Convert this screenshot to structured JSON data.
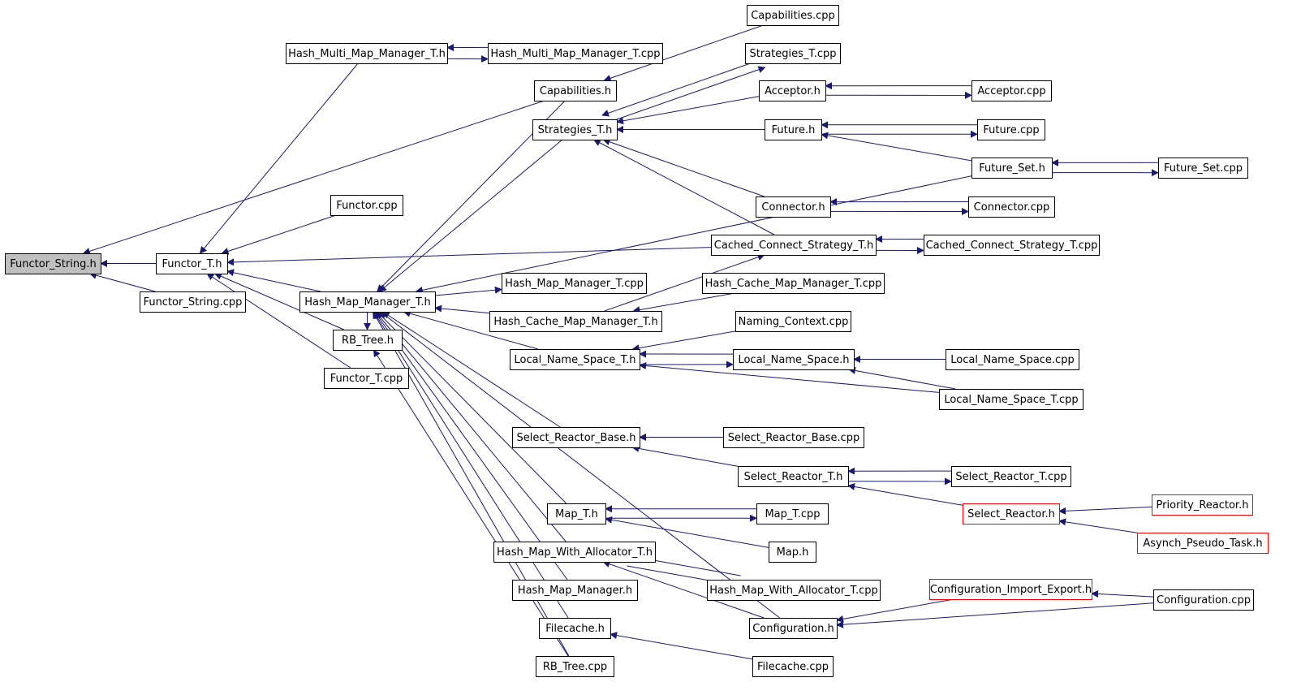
{
  "colors": {
    "node_fill": "#ffffff",
    "node_border": "#000000",
    "root_fill": "#bfbfbf",
    "truncated_border": "#ff0000",
    "edge": "#191970"
  },
  "nodes": [
    {
      "id": "functor_string_h",
      "label": "Functor_String.h",
      "style": "root"
    },
    {
      "id": "functor_t_h",
      "label": "Functor_T.h"
    },
    {
      "id": "functor_string_cpp",
      "label": "Functor_String.cpp"
    },
    {
      "id": "hash_multi_map_manager_t_h",
      "label": "Hash_Multi_Map_Manager_T.h"
    },
    {
      "id": "hash_multi_map_manager_t_cpp",
      "label": "Hash_Multi_Map_Manager_T.cpp"
    },
    {
      "id": "capabilities_h",
      "label": "Capabilities.h"
    },
    {
      "id": "capabilities_cpp",
      "label": "Capabilities.cpp"
    },
    {
      "id": "strategies_t_h",
      "label": "Strategies_T.h"
    },
    {
      "id": "strategies_t_cpp",
      "label": "Strategies_T.cpp"
    },
    {
      "id": "acceptor_h",
      "label": "Acceptor.h"
    },
    {
      "id": "acceptor_cpp",
      "label": "Acceptor.cpp"
    },
    {
      "id": "future_h",
      "label": "Future.h"
    },
    {
      "id": "future_cpp",
      "label": "Future.cpp"
    },
    {
      "id": "future_set_h",
      "label": "Future_Set.h"
    },
    {
      "id": "future_set_cpp",
      "label": "Future_Set.cpp"
    },
    {
      "id": "connector_h",
      "label": "Connector.h"
    },
    {
      "id": "connector_cpp",
      "label": "Connector.cpp"
    },
    {
      "id": "cached_connect_strategy_t_h",
      "label": "Cached_Connect_Strategy_T.h"
    },
    {
      "id": "cached_connect_strategy_t_cpp",
      "label": "Cached_Connect_Strategy_T.cpp"
    },
    {
      "id": "functor_cpp",
      "label": "Functor.cpp"
    },
    {
      "id": "hash_map_manager_t_h",
      "label": "Hash_Map_Manager_T.h"
    },
    {
      "id": "hash_map_manager_t_cpp",
      "label": "Hash_Map_Manager_T.cpp"
    },
    {
      "id": "hash_cache_map_manager_t_cpp",
      "label": "Hash_Cache_Map_Manager_T.cpp"
    },
    {
      "id": "hash_cache_map_manager_t_h",
      "label": "Hash_Cache_Map_Manager_T.h"
    },
    {
      "id": "rb_tree_h",
      "label": "RB_Tree.h"
    },
    {
      "id": "functor_t_cpp",
      "label": "Functor_T.cpp"
    },
    {
      "id": "naming_context_cpp",
      "label": "Naming_Context.cpp"
    },
    {
      "id": "local_name_space_t_h",
      "label": "Local_Name_Space_T.h"
    },
    {
      "id": "local_name_space_h",
      "label": "Local_Name_Space.h"
    },
    {
      "id": "local_name_space_cpp",
      "label": "Local_Name_Space.cpp"
    },
    {
      "id": "local_name_space_t_cpp",
      "label": "Local_Name_Space_T.cpp"
    },
    {
      "id": "select_reactor_base_h",
      "label": "Select_Reactor_Base.h"
    },
    {
      "id": "select_reactor_base_cpp",
      "label": "Select_Reactor_Base.cpp"
    },
    {
      "id": "select_reactor_t_h",
      "label": "Select_Reactor_T.h"
    },
    {
      "id": "select_reactor_t_cpp",
      "label": "Select_Reactor_T.cpp"
    },
    {
      "id": "select_reactor_h",
      "label": "Select_Reactor.h",
      "style": "truncated"
    },
    {
      "id": "priority_reactor_h",
      "label": "Priority_Reactor.h",
      "style": "truncated"
    },
    {
      "id": "asynch_pseudo_task_h",
      "label": "Asynch_Pseudo_Task.h",
      "style": "truncated"
    },
    {
      "id": "map_t_h",
      "label": "Map_T.h"
    },
    {
      "id": "map_t_cpp",
      "label": "Map_T.cpp"
    },
    {
      "id": "map_h",
      "label": "Map.h"
    },
    {
      "id": "hash_map_with_allocator_t_h",
      "label": "Hash_Map_With_Allocator_T.h"
    },
    {
      "id": "hash_map_with_allocator_t_cpp",
      "label": "Hash_Map_With_Allocator_T.cpp"
    },
    {
      "id": "hash_map_manager_h",
      "label": "Hash_Map_Manager.h"
    },
    {
      "id": "configuration_import_export_h",
      "label": "Configuration_Import_Export.h",
      "style": "truncated"
    },
    {
      "id": "configuration_cpp",
      "label": "Configuration.cpp"
    },
    {
      "id": "configuration_h",
      "label": "Configuration.h"
    },
    {
      "id": "filecache_h",
      "label": "Filecache.h"
    },
    {
      "id": "filecache_cpp",
      "label": "Filecache.cpp"
    },
    {
      "id": "rb_tree_cpp",
      "label": "RB_Tree.cpp"
    }
  ],
  "edges": [
    [
      "functor_t_h",
      "functor_string_h"
    ],
    [
      "functor_string_cpp",
      "functor_string_h"
    ],
    [
      "capabilities_h",
      "functor_string_h"
    ],
    [
      "hash_multi_map_manager_t_h",
      "functor_t_h"
    ],
    [
      "functor_cpp",
      "functor_t_h"
    ],
    [
      "hash_map_manager_t_h",
      "functor_t_h"
    ],
    [
      "cached_connect_strategy_t_h",
      "functor_t_h"
    ],
    [
      "rb_tree_h",
      "functor_t_h"
    ],
    [
      "functor_t_cpp",
      "functor_t_h"
    ],
    [
      "hash_multi_map_manager_t_h",
      "hash_multi_map_manager_t_cpp"
    ],
    [
      "hash_multi_map_manager_t_cpp",
      "hash_multi_map_manager_t_h"
    ],
    [
      "capabilities_cpp",
      "capabilities_h"
    ],
    [
      "capabilities_h",
      "hash_map_manager_t_h"
    ],
    [
      "strategies_t_cpp",
      "strategies_t_h"
    ],
    [
      "acceptor_h",
      "strategies_t_h"
    ],
    [
      "future_h",
      "strategies_t_h"
    ],
    [
      "connector_h",
      "strategies_t_h"
    ],
    [
      "cached_connect_strategy_t_h",
      "strategies_t_h"
    ],
    [
      "strategies_t_h",
      "strategies_t_cpp"
    ],
    [
      "strategies_t_h",
      "hash_map_manager_t_h"
    ],
    [
      "acceptor_h",
      "acceptor_cpp"
    ],
    [
      "acceptor_cpp",
      "acceptor_h"
    ],
    [
      "future_h",
      "future_cpp"
    ],
    [
      "future_cpp",
      "future_h"
    ],
    [
      "future_set_h",
      "future_h"
    ],
    [
      "future_set_h",
      "future_set_cpp"
    ],
    [
      "future_set_cpp",
      "future_set_h"
    ],
    [
      "future_set_h",
      "hash_map_manager_t_h"
    ],
    [
      "connector_h",
      "connector_cpp"
    ],
    [
      "connector_cpp",
      "connector_h"
    ],
    [
      "cached_connect_strategy_t_h",
      "cached_connect_strategy_t_cpp"
    ],
    [
      "cached_connect_strategy_t_cpp",
      "cached_connect_strategy_t_h"
    ],
    [
      "hash_map_manager_t_h",
      "hash_map_manager_t_cpp"
    ],
    [
      "hash_cache_map_manager_t_h",
      "hash_map_manager_t_h"
    ],
    [
      "local_name_space_t_h",
      "hash_map_manager_t_h"
    ],
    [
      "select_reactor_base_h",
      "hash_map_manager_t_h"
    ],
    [
      "map_t_h",
      "hash_map_manager_t_h"
    ],
    [
      "hash_map_with_allocator_t_h",
      "hash_map_manager_t_h"
    ],
    [
      "hash_map_manager_h",
      "hash_map_manager_t_h"
    ],
    [
      "filecache_h",
      "hash_map_manager_t_h"
    ],
    [
      "rb_tree_cpp",
      "hash_map_manager_t_h"
    ],
    [
      "configuration_h",
      "hash_map_manager_t_h"
    ],
    [
      "hash_cache_map_manager_t_cpp",
      "hash_cache_map_manager_t_h"
    ],
    [
      "hash_cache_map_manager_t_h",
      "cached_connect_strategy_t_h"
    ],
    [
      "naming_context_cpp",
      "local_name_space_t_h"
    ],
    [
      "local_name_space_t_h",
      "local_name_space_h"
    ],
    [
      "local_name_space_h",
      "local_name_space_t_h"
    ],
    [
      "local_name_space_cpp",
      "local_name_space_h"
    ],
    [
      "local_name_space_t_cpp",
      "local_name_space_h"
    ],
    [
      "local_name_space_t_cpp",
      "local_name_space_t_h"
    ],
    [
      "select_reactor_base_cpp",
      "select_reactor_base_h"
    ],
    [
      "select_reactor_t_h",
      "select_reactor_base_h"
    ],
    [
      "select_reactor_t_h",
      "select_reactor_t_cpp"
    ],
    [
      "select_reactor_t_cpp",
      "select_reactor_t_h"
    ],
    [
      "select_reactor_h",
      "select_reactor_t_h"
    ],
    [
      "priority_reactor_h",
      "select_reactor_h"
    ],
    [
      "asynch_pseudo_task_h",
      "select_reactor_h"
    ],
    [
      "map_t_h",
      "map_t_cpp"
    ],
    [
      "map_t_cpp",
      "map_t_h"
    ],
    [
      "map_h",
      "map_t_h"
    ],
    [
      "hash_map_with_allocator_t_h",
      "hash_map_with_allocator_t_cpp"
    ],
    [
      "hash_map_with_allocator_t_cpp",
      "hash_map_with_allocator_t_h"
    ],
    [
      "configuration_h",
      "hash_map_with_allocator_t_h"
    ],
    [
      "configuration_import_export_h",
      "configuration_h"
    ],
    [
      "configuration_cpp",
      "configuration_import_export_h"
    ],
    [
      "configuration_cpp",
      "configuration_h"
    ],
    [
      "filecache_cpp",
      "filecache_h"
    ],
    [
      "rb_tree_cpp",
      "rb_tree_h"
    ],
    [
      "hash_map_manager_t_h",
      "rb_tree_h"
    ]
  ]
}
